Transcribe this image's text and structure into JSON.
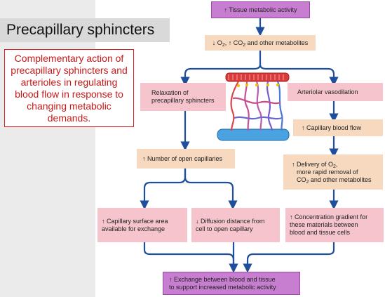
{
  "slide": {
    "title": "Precapillary sphincters",
    "callout": "Complementary action of precapillary sphincters and arterioles in regulating blood flow in response to changing metabolic demands."
  },
  "diagram": {
    "top": "↑ Tissue metabolic activity",
    "metabolites": {
      "pre1": "↓ O",
      "sub1": "2",
      "mid": ", ↑ CO",
      "sub2": "2",
      "post": " and other metabolites"
    },
    "relaxation": "Relaxation of\nprecapillary sphincters",
    "vasodilation": "Arteriolar vasodilation",
    "capillary_flow": "↑ Capillary blood flow",
    "delivery": {
      "line1": "↑ Delivery of O",
      "sub1": "2",
      "line1_end": ",",
      "line2": "more rapid removal of",
      "line3": "CO",
      "sub3": "2",
      "line3_end": " and other metabolites"
    },
    "open_capillaries": "↑ Number of open capillaries",
    "surface_area": "↑ Capillary surface area\navailable for exchange",
    "diffusion": "↓ Diffusion distance from\ncell to open capillary",
    "gradient": "↑ Concentration gradient for\nthese materials between\nblood and tissue cells",
    "exchange": "↑ Exchange between blood and tissue\nto support increased metabolic activity"
  },
  "colors": {
    "arrow": "#1f4e9c",
    "pink": "#f5c4cc",
    "peach": "#f6d9bf",
    "purple": "#c77ed0",
    "callout_text": "#c81818"
  }
}
